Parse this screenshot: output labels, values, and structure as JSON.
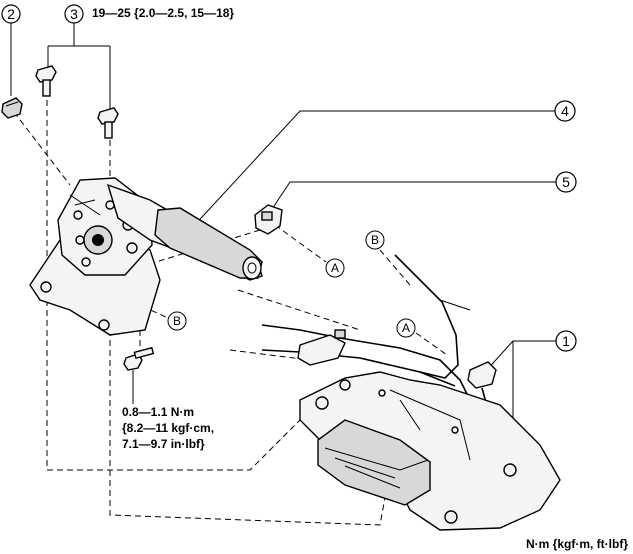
{
  "torque_top": "19—25 {2.0—2.5, 15—18}",
  "torque_small": {
    "line1": "0.8—1.1 N·m",
    "line2": "{8.2—11 kgf·cm,",
    "line3": "7.1—9.7 in·lbf}"
  },
  "units_note": "N·m {kgf·m, ft·lbf}",
  "callouts": {
    "c1": "1",
    "c2": "2",
    "c3": "3",
    "c4": "4",
    "c5": "5",
    "a": "A",
    "b": "B"
  }
}
